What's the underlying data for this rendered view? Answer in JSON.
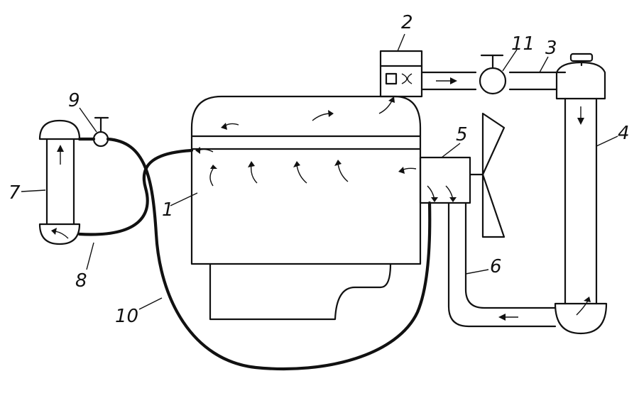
{
  "labels": {
    "engine": "1",
    "thermostat": "2",
    "upper_pipe": "3",
    "radiator": "4",
    "pump": "5",
    "lower_pipe": "6",
    "heater": "7",
    "heater_return_hose": "8",
    "heater_valve": "9",
    "heater_supply_hose": "10",
    "drain_valve": "11"
  }
}
